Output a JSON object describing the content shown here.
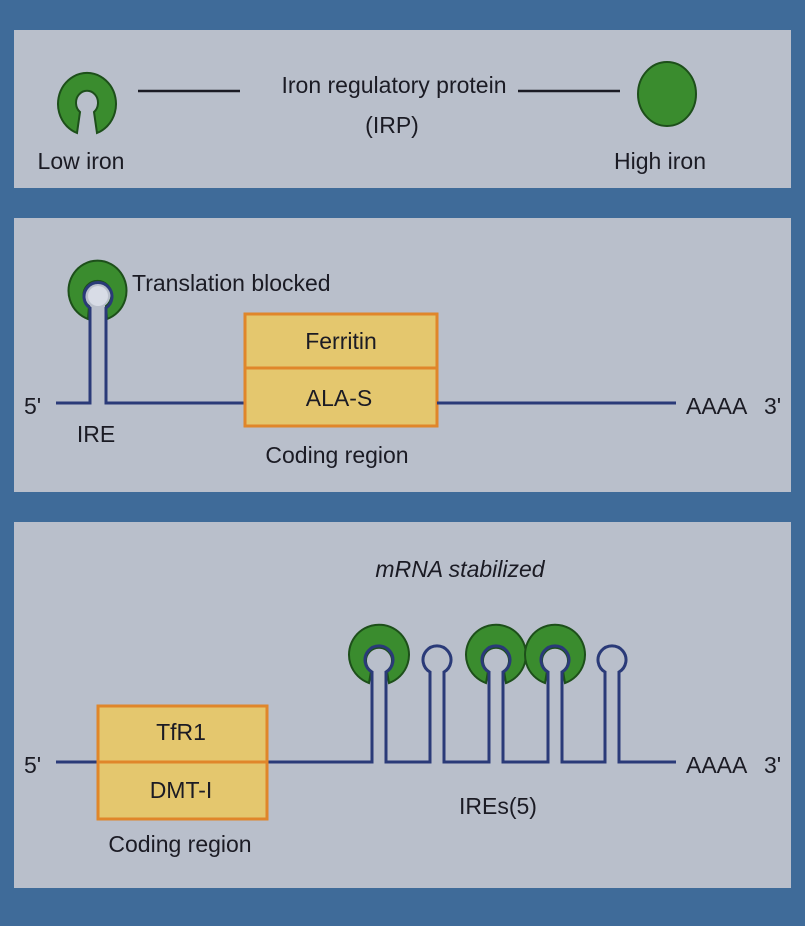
{
  "legend": {
    "title_line1": "Iron regulatory protein",
    "title_line2": "(IRP)",
    "low_iron": "Low iron",
    "high_iron": "High iron"
  },
  "ferritin_panel": {
    "annotation": "Translation blocked",
    "five_prime": "5'",
    "three_prime": "3'",
    "poly_a": "AAAA",
    "ire_label": "IRE",
    "gene_top": "Ferritin",
    "gene_bottom": "ALA-S",
    "coding_label": "Coding region"
  },
  "tfr_panel": {
    "annotation": "mRNA stabilized",
    "five_prime": "5'",
    "three_prime": "3'",
    "poly_a": "AAAA",
    "ires_label": "IREs(5)",
    "gene_top": "TfR1",
    "gene_bottom": "DMT-I",
    "coding_label": "Coding region"
  },
  "colors": {
    "background": "#3f6b99",
    "panel": "#b9bfcb",
    "irp_green": "#3a8c2e",
    "strand": "#2a3a78",
    "box_fill": "#e4c76e",
    "box_border": "#e0862a"
  }
}
